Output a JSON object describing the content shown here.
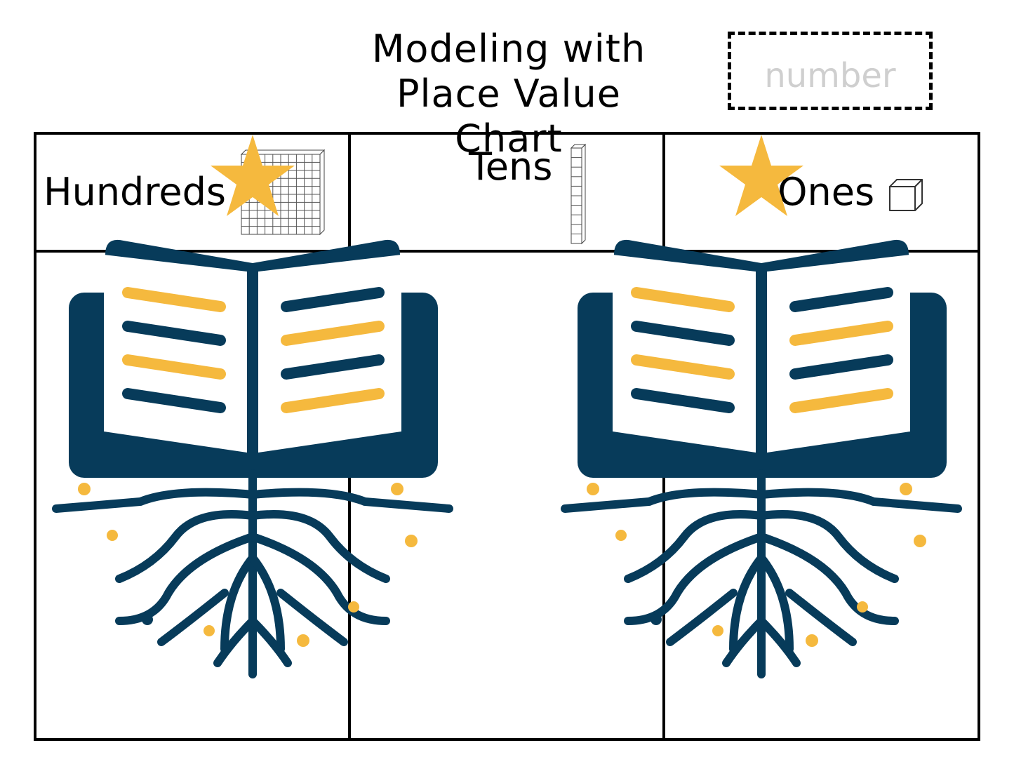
{
  "title": {
    "line1": "Modeling with",
    "line2": "Place Value Chart"
  },
  "number_box": {
    "placeholder": "number"
  },
  "columns": [
    {
      "label": "Hundreds",
      "icon": "hundreds-flat-block"
    },
    {
      "label": "Tens",
      "icon": "tens-rod-block"
    },
    {
      "label": "Ones",
      "icon": "ones-unit-cube"
    }
  ],
  "colors": {
    "navy": "#073b5a",
    "gold": "#f5b93e",
    "border": "#000000",
    "placeholder": "#cfcfcf"
  }
}
